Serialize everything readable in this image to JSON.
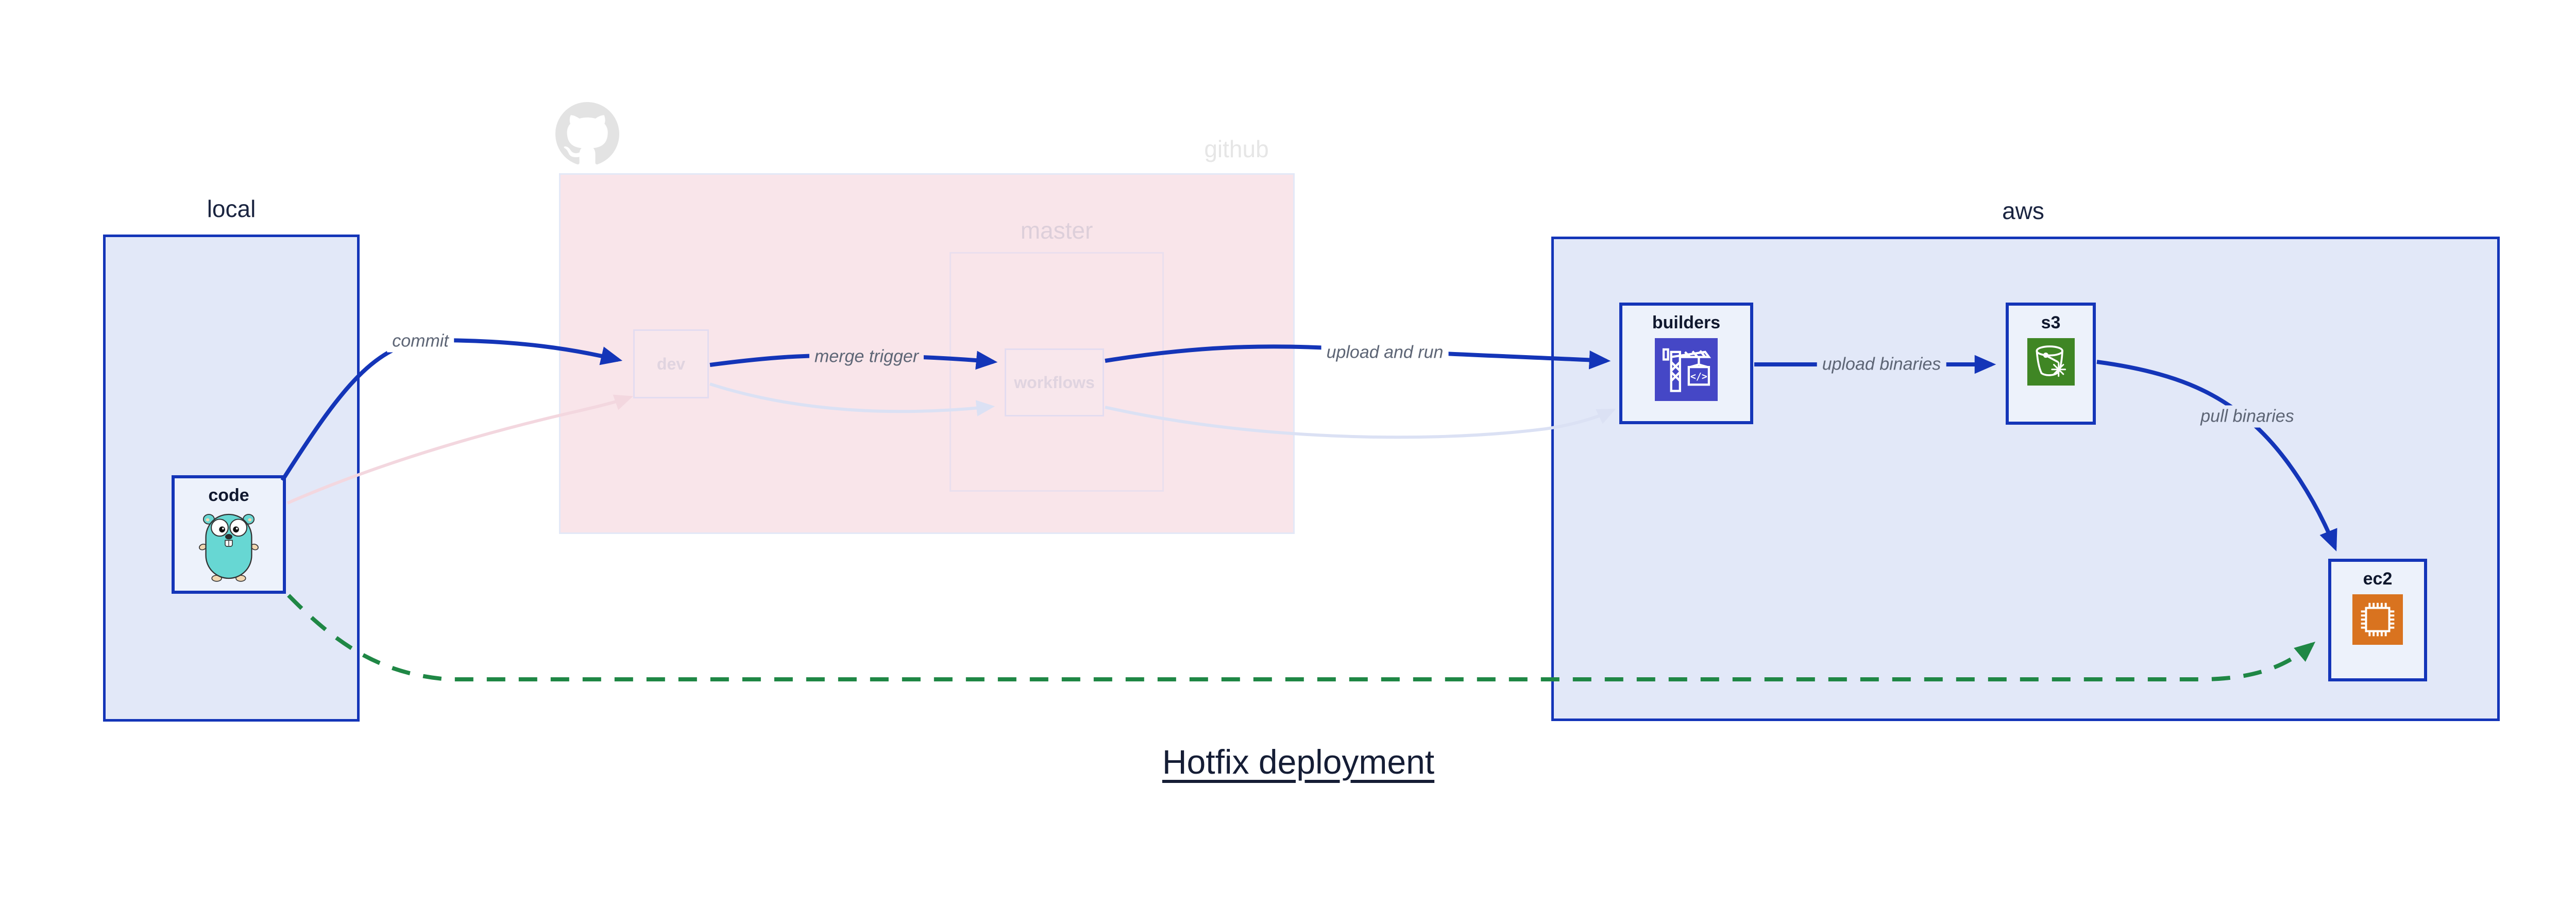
{
  "title": {
    "text": "Hotfix deployment"
  },
  "groups": {
    "local": {
      "label": "local"
    },
    "github": {
      "label": "github"
    },
    "master": {
      "label": "master"
    },
    "aws": {
      "label": "aws"
    }
  },
  "nodes": {
    "code": {
      "label": "code",
      "icon": "go-gopher-icon"
    },
    "dev": {
      "label": "dev"
    },
    "workflows": {
      "label": "workflows"
    },
    "builders": {
      "label": "builders",
      "icon": "aws-codebuild-icon"
    },
    "s3": {
      "label": "s3",
      "icon": "aws-s3-bucket-icon"
    },
    "ec2": {
      "label": "ec2",
      "icon": "aws-ec2-chip-icon"
    }
  },
  "edges": [
    {
      "from": "code",
      "to": "dev",
      "label": "commit",
      "style": "solid-blue"
    },
    {
      "from": "dev",
      "to": "workflows",
      "label": "merge trigger",
      "style": "solid-blue"
    },
    {
      "from": "workflows",
      "to": "builders",
      "label": "upload and run",
      "style": "solid-blue"
    },
    {
      "from": "builders",
      "to": "s3",
      "label": "upload binaries",
      "style": "solid-blue"
    },
    {
      "from": "s3",
      "to": "ec2",
      "label": "pull binaries",
      "style": "solid-blue"
    },
    {
      "from": "code",
      "to": "dev",
      "label": "",
      "style": "faded-pink"
    },
    {
      "from": "dev",
      "to": "workflows",
      "label": "",
      "style": "faded-lavender"
    },
    {
      "from": "workflows",
      "to": "builders",
      "label": "",
      "style": "faded-lavender"
    },
    {
      "from": "code",
      "to": "ec2",
      "label": "",
      "style": "dashed-green"
    }
  ],
  "colors": {
    "edge_blue": "#1435b8",
    "group_fill": "#e2e8f8",
    "node_fill": "#edf2fb",
    "github_fill": "#f9e5ea",
    "faded_pink": "#f3d7df",
    "faded_lavender": "#dbe1f4",
    "dashed_green": "#1f8745",
    "codebuild_indigo": "#4547c6",
    "s3_green": "#3f8624",
    "ec2_orange": "#d9731f",
    "gopher_teal": "#67d7d3",
    "label_gray": "#5d6575",
    "title_navy": "#151d35"
  }
}
